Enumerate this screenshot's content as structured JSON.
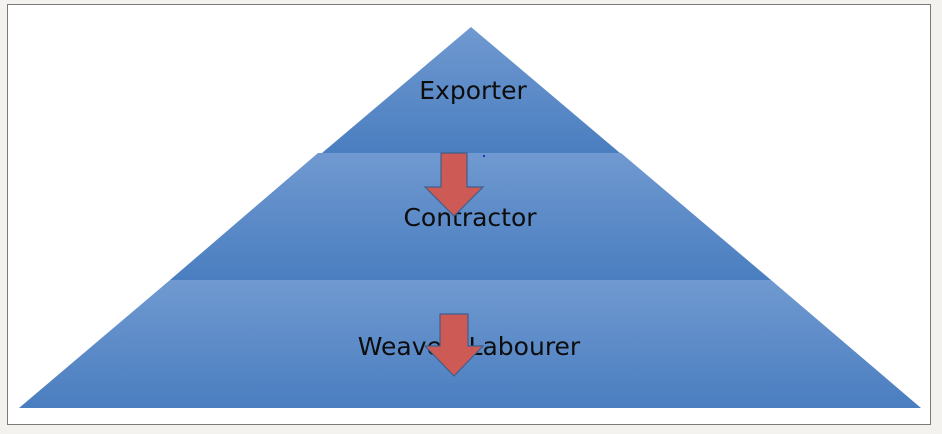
{
  "diagram": {
    "levels": [
      {
        "label": "Exporter"
      },
      {
        "label": "Contractor"
      },
      {
        "label": "Weaver/ Labourer"
      }
    ],
    "colors": {
      "tier_top": "#7099d0",
      "tier_bottom": "#4a7ec0",
      "arrow_fill": "#cd5a55",
      "arrow_stroke": "#3f5f8a"
    },
    "icons": [
      "down-arrow-icon",
      "down-arrow-icon"
    ]
  }
}
